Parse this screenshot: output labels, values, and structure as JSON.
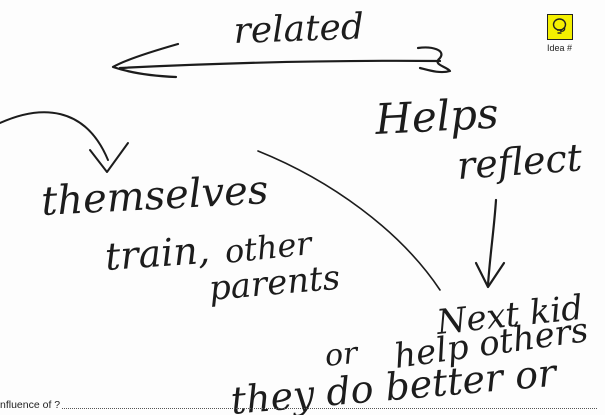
{
  "idea_badge": {
    "label": "Idea #",
    "icon": "lightbulb-icon",
    "color": "#f4f000"
  },
  "handwriting": {
    "related": "related",
    "helps": "Helps",
    "reflect": "reflect",
    "themselves": "themselves",
    "train": "train,",
    "other": "other",
    "parents": "parents",
    "next_kid": "Next kid",
    "help_others": "help others",
    "or": "or",
    "they_do_better": "they do better or"
  },
  "footer": {
    "prompt": "nfluence of ?"
  }
}
